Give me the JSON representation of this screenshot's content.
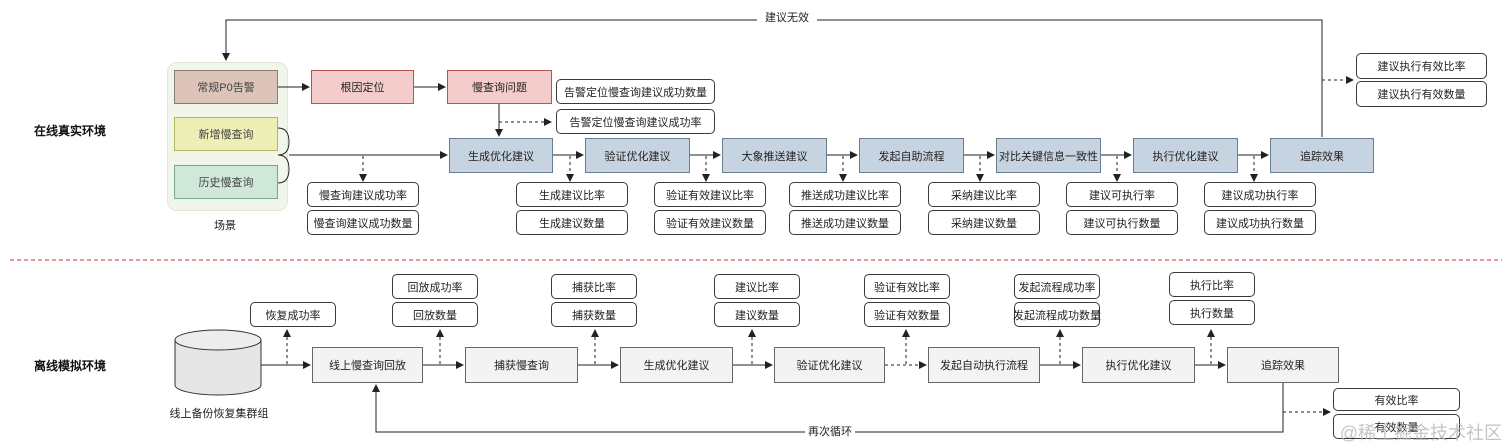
{
  "sections": {
    "online": "在线真实环境",
    "offline": "离线模拟环境"
  },
  "online": {
    "scenario_label": "场景",
    "scenarios": [
      "常规P0告警",
      "新增慢查询",
      "历史慢查询"
    ],
    "pre_nodes": [
      "根因定位",
      "慢查询问题"
    ],
    "pre_metrics": [
      "告警定位慢查询建议成功数量",
      "告警定位慢查询建议成功率"
    ],
    "scenario_metrics": [
      "慢查询建议成功率",
      "慢查询建议成功数量"
    ],
    "steps": [
      "生成优化建议",
      "验证优化建议",
      "大象推送建议",
      "发起自助流程",
      "对比关键信息一致性",
      "执行优化建议",
      "追踪效果"
    ],
    "step_metrics": [
      [
        "生成建议比率",
        "生成建议数量"
      ],
      [
        "验证有效建议比率",
        "验证有效建议数量"
      ],
      [
        "推送成功建议比率",
        "推送成功建议数量"
      ],
      [
        "采纳建议比率",
        "采纳建议数量"
      ],
      [
        "建议可执行率",
        "建议可执行数量"
      ],
      [
        "建议成功执行率",
        "建议成功执行数量"
      ]
    ],
    "final_metrics": [
      "建议执行有效比率",
      "建议执行有效数量"
    ],
    "feedback_label": "建议无效"
  },
  "offline": {
    "db_label": "线上备份恢复集群组",
    "db_metrics": [
      "恢复成功率"
    ],
    "steps": [
      "线上慢查询回放",
      "捕获慢查询",
      "生成优化建议",
      "验证优化建议",
      "发起自动执行流程",
      "执行优化建议",
      "追踪效果"
    ],
    "step_metrics": [
      [
        "回放成功率",
        "回放数量"
      ],
      [
        "捕获比率",
        "捕获数量"
      ],
      [
        "建议比率",
        "建议数量"
      ],
      [
        "验证有效比率",
        "验证有效数量"
      ],
      [
        "发起流程成功率",
        "发起流程成功数量"
      ],
      [
        "执行比率",
        "执行数量"
      ]
    ],
    "final_metrics": [
      "有效比率",
      "有效数量"
    ],
    "loop_label": "再次循环"
  },
  "watermark": "@稀土掘金技术社区"
}
